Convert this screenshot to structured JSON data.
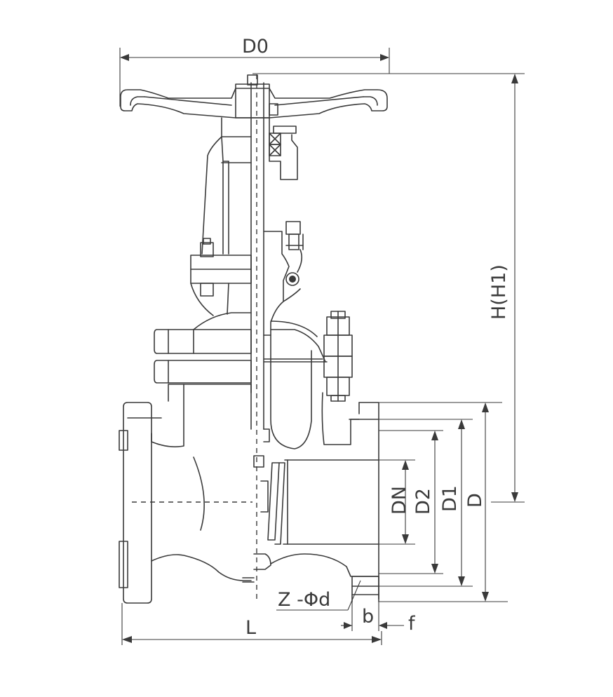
{
  "labels": {
    "d0": "D0",
    "h_h1": "H(H1)",
    "dn": "DN",
    "d2": "D2",
    "d1": "D1",
    "d": "D",
    "z_phi_d": "Z -Φd",
    "b": "b",
    "f": "f",
    "l": "L"
  },
  "colors": {
    "line": "#3a3a3a",
    "background": "#ffffff"
  },
  "icons": {
    "title": "gate-valve-technical-drawing"
  }
}
